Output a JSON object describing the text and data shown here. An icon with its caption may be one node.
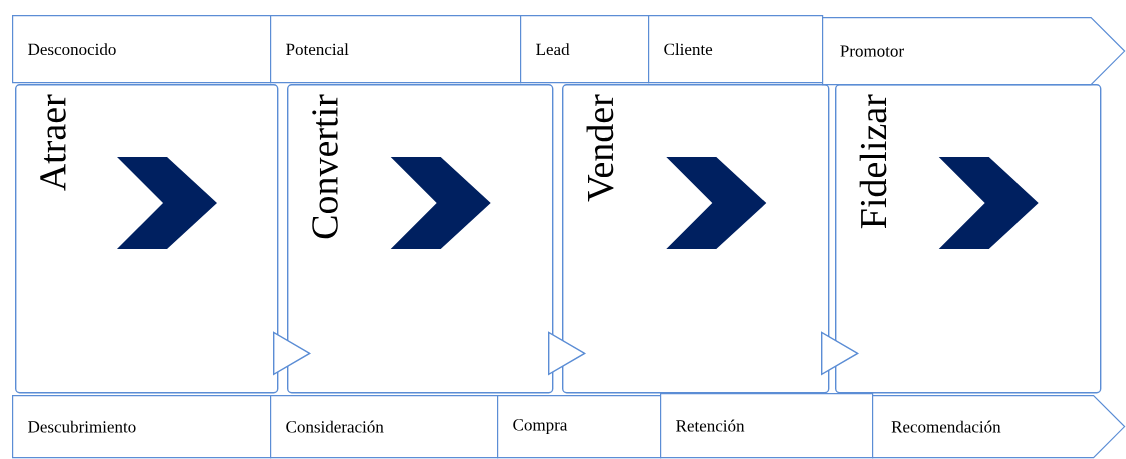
{
  "diagram": {
    "nodes": [
      {
        "text": [
          "Desconocido"
        ]
      },
      {
        "text": [
          "Potencial"
        ]
      },
      {
        "text": [
          "Lead"
        ]
      },
      {
        "text": [
          "Cliente"
        ]
      },
      {
        "text": [
          "Promotor"
        ]
      },
      {
        "text": [
          "Atraer"
        ]
      },
      {
        "text": [
          "Convertir"
        ]
      },
      {
        "text": [
          "Vender"
        ]
      },
      {
        "text": [
          "Fidelizar"
        ]
      },
      {
        "text": [
          "Descubrimiento"
        ]
      },
      {
        "text": [
          "Consideración"
        ]
      },
      {
        "text": [
          "Compra"
        ]
      },
      {
        "text": [
          "Retención"
        ]
      },
      {
        "text": [
          "Recomendación"
        ]
      }
    ],
    "edges": [
      {
        "from": 5,
        "to": 6,
        "arrow": "to"
      },
      {
        "from": 6,
        "to": 7,
        "arrow": "to"
      },
      {
        "from": 7,
        "to": 8,
        "arrow": "to"
      }
    ]
  }
}
